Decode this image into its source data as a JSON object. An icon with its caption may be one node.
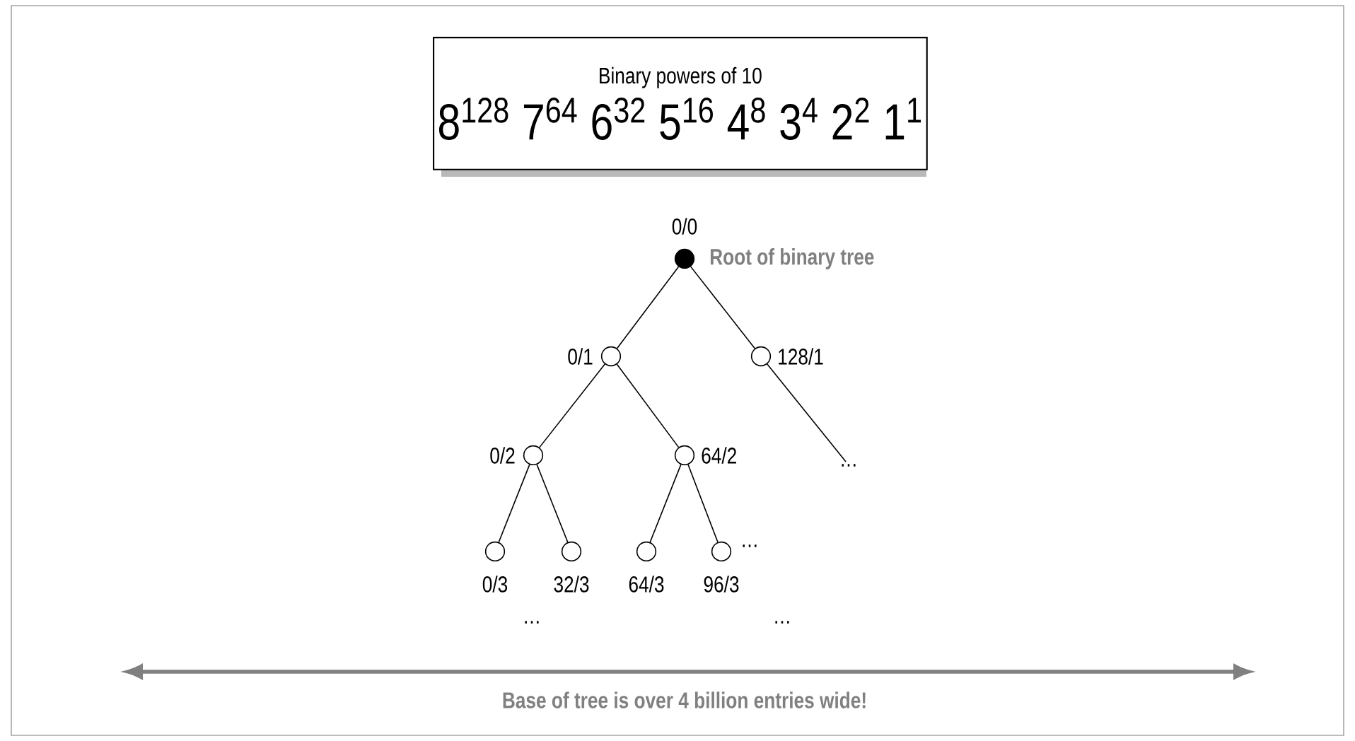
{
  "diagram": {
    "nodes": [
      {
        "text": [
          "Binary powers of 10",
          "8$^{128}$ 7$^{64}$ 6$^{32}$ 5$^{16}$ 4$^{8}$ 3$^{4}$ 2$^{2}$ 1$^{1}$"
        ]
      },
      {
        "text": [],
        "shape": "dot",
        "beside": [
          "0/0",
          "Root of binary tree"
        ]
      },
      {
        "text": [],
        "shape": "circle",
        "beside": [
          "0/1"
        ]
      },
      {
        "text": [],
        "shape": "circle",
        "beside": [
          "128/1"
        ]
      },
      {
        "text": [],
        "shape": "circle",
        "beside": [
          "0/2"
        ]
      },
      {
        "text": [],
        "shape": "circle",
        "beside": [
          "64/2"
        ]
      },
      {
        "text": [],
        "shape": "circle",
        "beside": [
          "0/3"
        ]
      },
      {
        "text": [],
        "shape": "circle",
        "beside": [
          "32/3"
        ]
      },
      {
        "text": [],
        "shape": "circle",
        "beside": [
          "64/3"
        ]
      },
      {
        "text": [],
        "shape": "circle",
        "beside": [
          "96/3",
          "…"
        ]
      },
      {
        "text": [
          "…"
        ]
      }
    ],
    "edges": [
      {
        "from": 1,
        "to": 2,
        "arrow": "none"
      },
      {
        "from": 1,
        "to": 3,
        "arrow": "none"
      },
      {
        "from": 2,
        "to": 4,
        "arrow": "none"
      },
      {
        "from": 2,
        "to": 5,
        "arrow": "none"
      },
      {
        "from": 4,
        "to": 6,
        "arrow": "none"
      },
      {
        "from": 4,
        "to": 7,
        "arrow": "none"
      },
      {
        "from": 5,
        "to": 8,
        "arrow": "none"
      },
      {
        "from": 5,
        "to": 9,
        "arrow": "none"
      },
      {
        "from": 3,
        "to": 10,
        "arrow": "none"
      }
    ],
    "labels": [
      "…",
      "…",
      "Base of tree is over 4 billion entries wide!"
    ]
  }
}
